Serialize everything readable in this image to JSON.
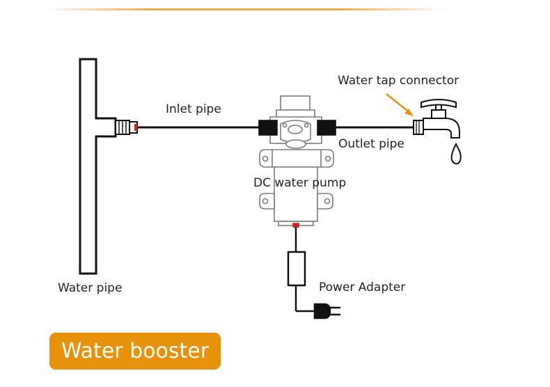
{
  "diagram": {
    "labels": {
      "inlet_pipe": "Inlet pipe",
      "water_tap_connector": "Water tap connector",
      "outlet_pipe": "Outlet pipe",
      "dc_water_pump": "DC water pump",
      "water_pipe": "Water pipe",
      "power_adapter": "Power Adapter"
    },
    "title": "Water booster"
  },
  "colors": {
    "accent": "#e8920c",
    "line": "#111111",
    "connector_red": "#d42020",
    "pump_outline": "#777777"
  }
}
